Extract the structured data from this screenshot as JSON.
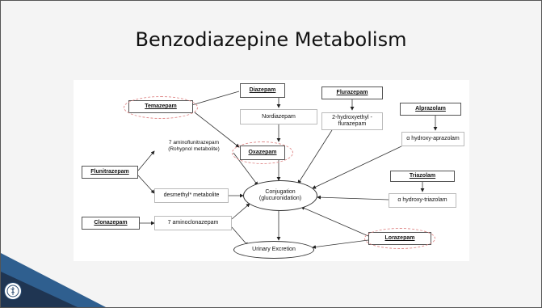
{
  "slide": {
    "title": "Benzodiazepine Metabolism"
  },
  "diagram": {
    "drugs": {
      "diazepam": "Diazepam",
      "flurazepam": "Flurazepam",
      "alprazolam": "Alprazolam",
      "temazepam": "Temazepam",
      "oxazepam": "Oxazepam",
      "flunitrazepam": "Flunitrazepam",
      "triazolam": "Triazolam",
      "clonazepam": "Clonazepam",
      "lorazepam": "Lorazepam"
    },
    "metabolites": {
      "nordiazepam": "Nordiazepam",
      "hydroxyethyl_flurazepam": "2-hydroxyethyl - flurazepam",
      "hydroxy_alprazolam": "α hydroxy-aprazolam",
      "aminoflunitrazepam": "7 aminoflunitrazepam\n(Rohypnol metabolite)",
      "desmethyl": "desmethyl* metabolite",
      "hydroxy_triazolam": "α hydroxy-triazolam",
      "aminoclonazepam": "7 aminoclonazepam"
    },
    "conjugation": "Conjugation\n(glucuronidation)",
    "excretion": "Urinary Excretion"
  },
  "colors": {
    "slide_background": "#f4f4f4",
    "corner_dark": "#1f3552",
    "corner_light": "#2f5f8f",
    "highlight_circle": "#e08a8a"
  },
  "icons": {
    "logo": "medical-caduceus-seal"
  }
}
